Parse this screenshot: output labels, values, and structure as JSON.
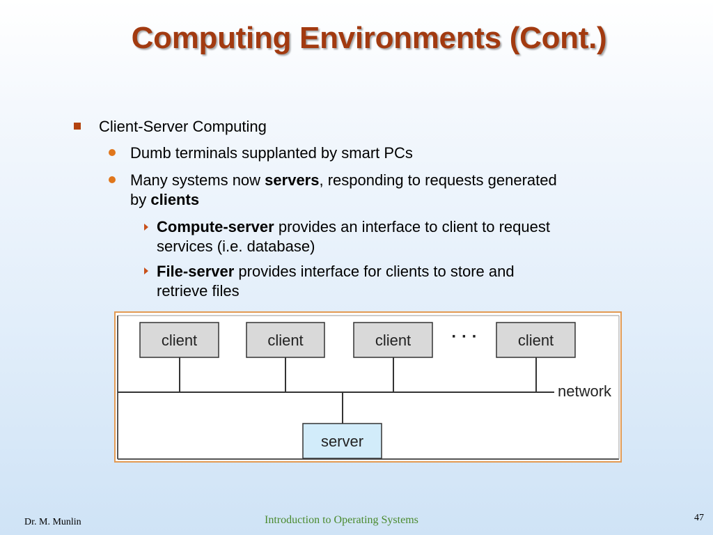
{
  "slide": {
    "title": "Computing Environments (Cont.)",
    "bullets": {
      "b1": "Client-Server Computing",
      "b1_1": "Dumb terminals supplanted by smart PCs",
      "b1_2_pre": "Many systems now ",
      "b1_2_bold1": "servers",
      "b1_2_mid": ", responding to requests generated",
      "b1_2_by": "by ",
      "b1_2_bold2": "clients",
      "b1_2_1_bold": "Compute-server",
      "b1_2_1_rest": " provides an interface to client to request",
      "b1_2_1_line2": "services (i.e. database)",
      "b1_2_2_bold": "File-server",
      "b1_2_2_rest": " provides interface for clients to store and",
      "b1_2_2_line2": "retrieve files"
    },
    "diagram": {
      "clients": [
        "client",
        "client",
        "client",
        "client"
      ],
      "ellipsis": "· · ·",
      "network_label": "network",
      "server_label": "server"
    },
    "footer": {
      "author": "Dr. M. Munlin",
      "course": "Introduction to Operating Systems",
      "page": "47"
    },
    "colors": {
      "title": "#a23a10",
      "client_box": "#d9d9d9",
      "server_box": "#d2ecfa",
      "frame_border": "#e39a52",
      "footer_course": "#4a8a2e"
    }
  }
}
